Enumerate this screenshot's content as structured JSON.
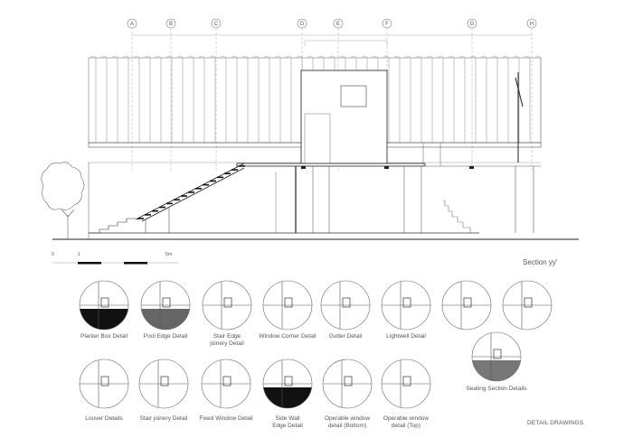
{
  "section": {
    "title": "Section yy'",
    "grid_labels": [
      "A",
      "B",
      "C",
      "D",
      "E",
      "F",
      "G",
      "H"
    ],
    "scale_bar": {
      "start": "0",
      "mid": "1",
      "end": "5m"
    }
  },
  "details": {
    "row1": [
      {
        "label": "Planter Box Detail"
      },
      {
        "label": "Pool Edge Detail"
      },
      {
        "label": "Stair Edge\njoinery Detail"
      },
      {
        "label": "Window Corner Detail"
      },
      {
        "label": "Gutter Detail"
      },
      {
        "label": "Lightwell Detail"
      },
      {
        "label": ""
      },
      {
        "label": ""
      }
    ],
    "row2": [
      {
        "label": "Louver Details"
      },
      {
        "label": "Stair joinery Detail"
      },
      {
        "label": "Fixed Window Detail"
      },
      {
        "label": "Side Wall\nEdge Detail"
      },
      {
        "label": "Operable window\ndetail (Bottom)"
      },
      {
        "label": "Operable window\ndetail (Top)"
      }
    ],
    "seating": "Seating Section Details",
    "footer": "DETAIL DRAWINGS"
  }
}
